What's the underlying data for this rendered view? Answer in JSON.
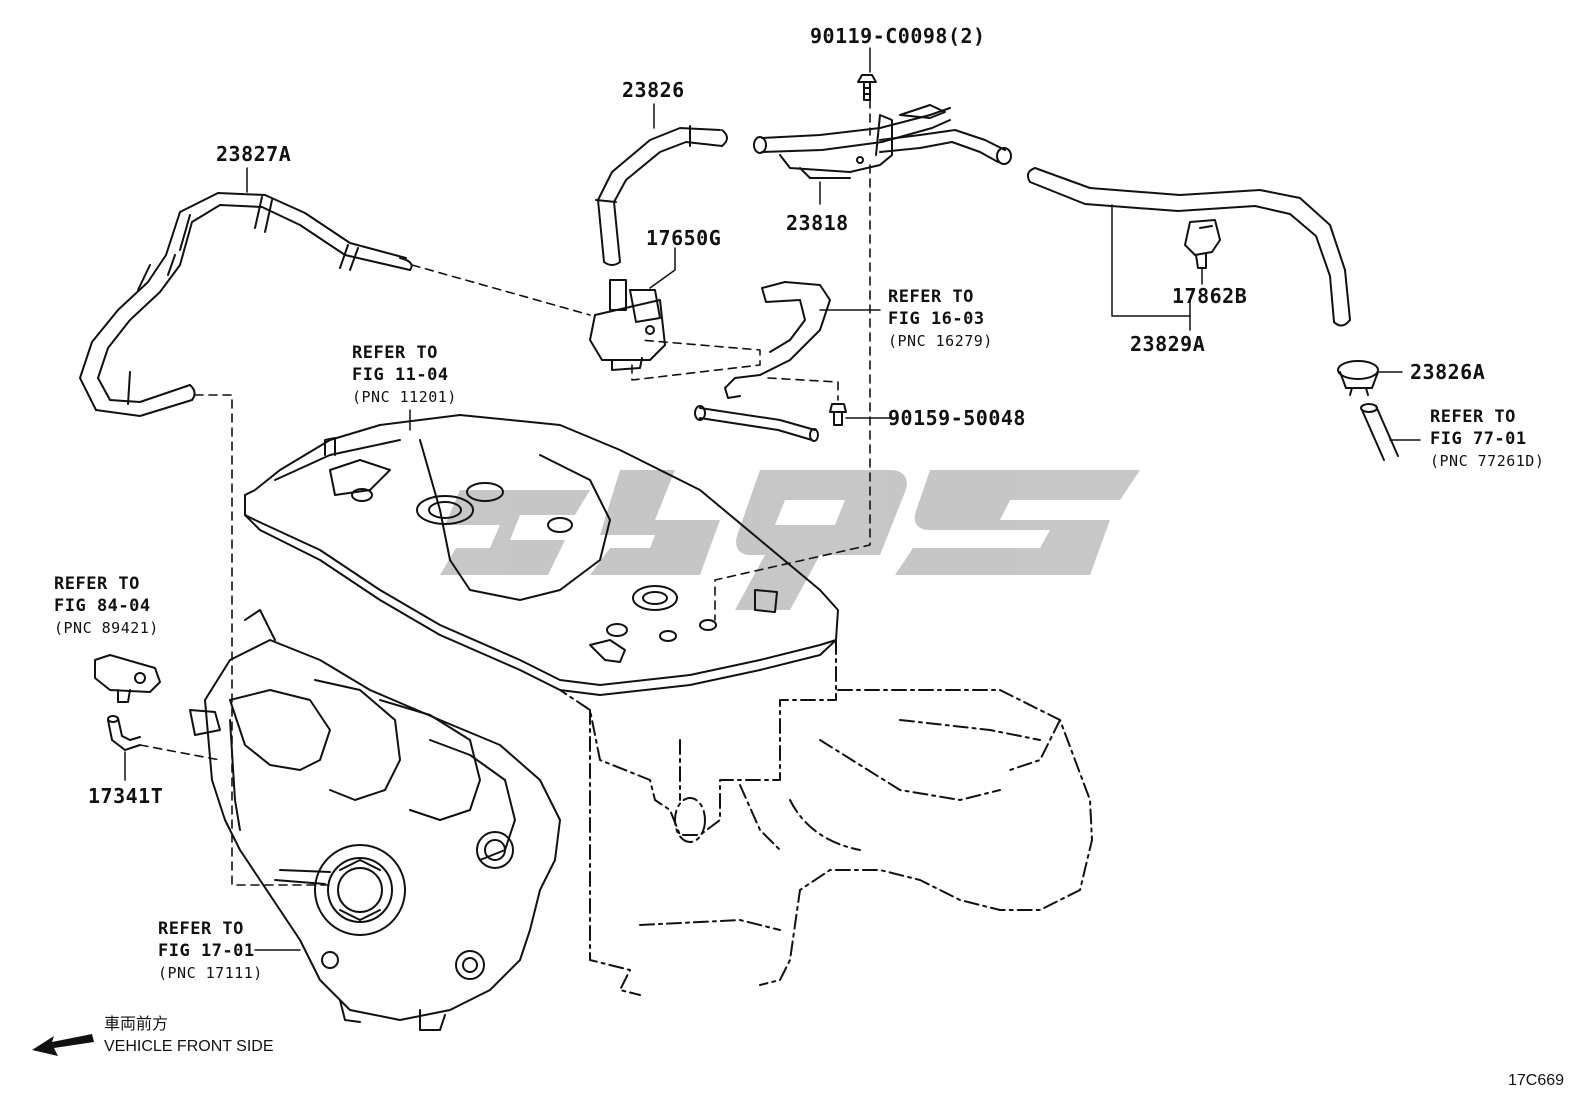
{
  "parts": {
    "p_90119": "90119-C0098(2)",
    "p_23826": "23826",
    "p_23827A": "23827A",
    "p_17650G": "17650G",
    "p_23818": "23818",
    "p_17862B": "17862B",
    "p_23829A": "23829A",
    "p_23826A": "23826A",
    "p_90159": "90159-50048",
    "p_17341T": "17341T"
  },
  "refs": {
    "fig_16_03": {
      "l1": "REFER TO",
      "l2": "FIG 16-03",
      "l3": "(PNC 16279)"
    },
    "fig_11_04": {
      "l1": "REFER TO",
      "l2": "FIG 11-04",
      "l3": "(PNC 11201)"
    },
    "fig_77_01": {
      "l1": "REFER TO",
      "l2": "FIG 77-01",
      "l3": "(PNC 77261D)"
    },
    "fig_84_04": {
      "l1": "REFER TO",
      "l2": "FIG 84-04",
      "l3": "(PNC 89421)"
    },
    "fig_17_01": {
      "l1": "REFER TO",
      "l2": "FIG 17-01",
      "l3": "(PNC 17111)"
    }
  },
  "legend": {
    "jp": "車両前方",
    "en": "VEHICLE FRONT SIDE",
    "icon": "arrow-left-icon"
  },
  "figure_id": "17C669",
  "watermark_color": "#c4c4c4"
}
